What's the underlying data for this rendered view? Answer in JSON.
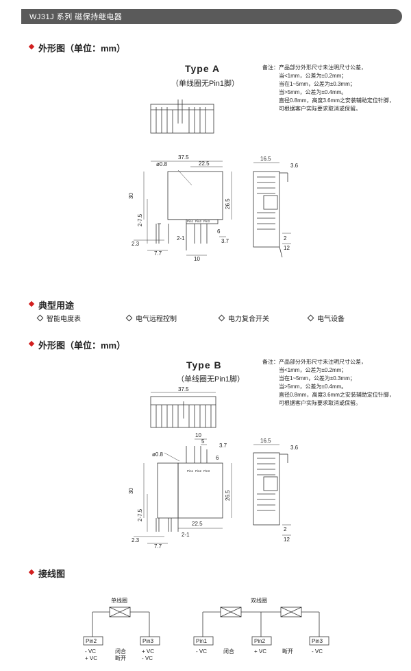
{
  "header": {
    "title": "WJ31J 系列  磁保持继电器"
  },
  "section_a": {
    "title": "外形图（单位：mm）",
    "type_title": "Type A",
    "type_subtitle": "（单线圈无Pin1脚）",
    "notes": [
      "备注：产品部分外形尺寸未注明尺寸公差，",
      "当<1mm，公差为±0.2mm；",
      "当在1~5mm，公差为±0.3mm；",
      "当>5mm，公差为±0.4mm。",
      "直径0.8mm，高度3.6mm之安装辅助定位针脚，",
      "可根据客户实际要求取消或保留。"
    ],
    "dims": {
      "width": "37.5",
      "pin_offset": "22.5",
      "hole": "ø0.8",
      "height": "30",
      "body_h": "26.5",
      "pin_pitch_a": "2-7.5",
      "pin_len": "6",
      "pin_w": "3.7",
      "pin_d": "2.3",
      "pin_c": "2-1",
      "pin_s": "7.7",
      "pin_g": "10",
      "side_w": "16.5",
      "side_pin": "3.6",
      "side_a": "2",
      "side_b": "12"
    },
    "pin_labels": [
      "Pin1",
      "Pin2",
      "Pin3"
    ]
  },
  "uses": {
    "title": "典型用途",
    "items": [
      "智能电度表",
      "电气远程控制",
      "电力复合开关",
      "电气设备"
    ]
  },
  "section_b": {
    "title": "外形图（单位：mm）",
    "type_title": "Type B",
    "type_subtitle": "（单线圈无Pin1脚）",
    "notes": [
      "备注：产品部分外形尺寸未注明尺寸公差，",
      "当<1mm，公差为±0.2mm；",
      "当在1~5mm，公差为±0.3mm；",
      "当>5mm，公差为±0.4mm。",
      "直径0.8mm，高度3.6mm之安装辅助定位针脚，",
      "可根据客户实际要求取消或保留。"
    ],
    "dims": {
      "width": "37.5",
      "pin_g": "10",
      "pin_s5": "5",
      "pin_w": "3.7",
      "pin_len": "6",
      "hole": "ø0.8",
      "height": "30",
      "pin_pitch_a": "2-7.5",
      "body_h": "26.5",
      "pin_offset": "22.5",
      "pin_d": "2.3",
      "pin_c": "2-1",
      "pin_s": "7.7",
      "side_w": "16.5",
      "side_pin": "3.6",
      "side_a": "2",
      "side_b": "12"
    },
    "pin_labels": [
      "Pin1",
      "Pin2",
      "Pin3"
    ]
  },
  "wiring": {
    "title": "接线图",
    "single": {
      "label": "单线圈",
      "pins": [
        "Pin2",
        "Pin3"
      ],
      "pin2_polarity": [
        "- VC",
        "+ VC"
      ],
      "pin3_polarity": [
        "+ VC",
        "- VC"
      ],
      "states": [
        "闭合",
        "断开"
      ]
    },
    "double": {
      "label": "双线圈",
      "pins": [
        "Pin1",
        "Pin2",
        "Pin3"
      ],
      "pin1_polarity": "- VC",
      "pin2_polarity": "+ VC",
      "pin3_polarity": "- VC",
      "states": [
        "闭合",
        "断开"
      ]
    }
  }
}
